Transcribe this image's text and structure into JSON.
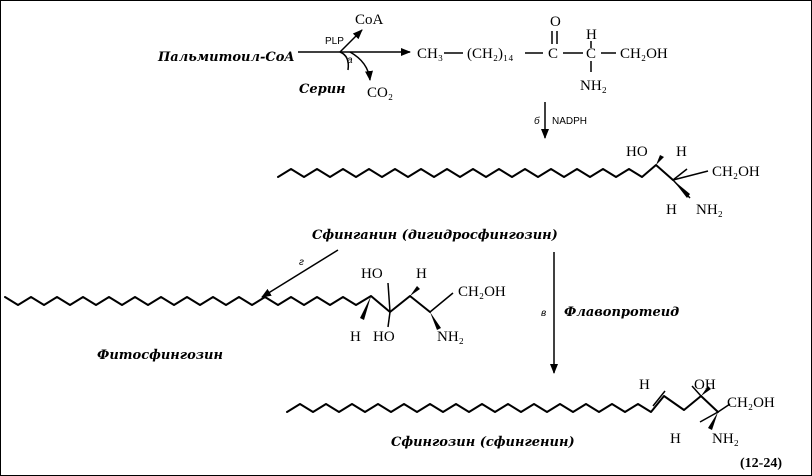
{
  "reaction": {
    "palmitoyl_coa": "Пальмитоил-CoA",
    "serine": "Серин",
    "coa": "CoA",
    "co2": "CO₂",
    "plp": "PLP",
    "step_a": "а",
    "step_b": "б",
    "nadph": "NADPH",
    "ketone_ch3": "CH₃",
    "ketone_chain": "(CH₂)₁₄",
    "ketone_c": "C",
    "ketone_o": "O",
    "ketone_h": "H",
    "ketone_ch2oh": "CH₂OH",
    "ketone_nh2": "NH₂"
  },
  "sphinganine": {
    "name": "Сфинганин (дигидросфингозин)",
    "ho": "HO",
    "h_top": "H",
    "ch2oh": "CH₂OH",
    "h_bottom": "H",
    "nh2": "NH₂"
  },
  "phytosphingosine": {
    "name": "Фитосфингозин",
    "step_g": "г",
    "ho_top": "HO",
    "h_top": "H",
    "ch2oh": "CH₂OH",
    "h_bottom": "H",
    "ho_bottom": "HO",
    "nh2": "NH₂"
  },
  "sphingosine": {
    "name": "Сфингозин (сфингенин)",
    "step_v": "в",
    "flavoprotein": "Флавопротеид",
    "h_top": "H",
    "oh": "OH",
    "ch2oh": "CH₂OH",
    "h_bottom": "H",
    "nh2": "NH₂"
  },
  "equation_number": "(12-24)"
}
